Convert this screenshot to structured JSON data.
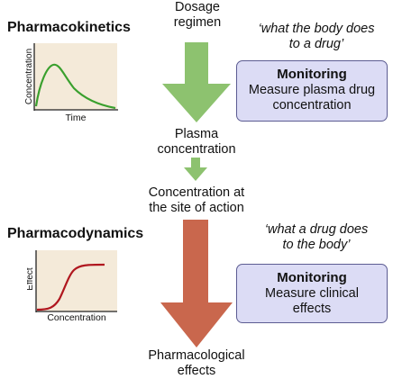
{
  "pk": {
    "title": "Pharmacokinetics",
    "quote_line1": "‘what the body does",
    "quote_line2": "to a drug’",
    "graph": {
      "xlabel": "Time",
      "ylabel": "Concentration",
      "curve_color": "#3aa02e",
      "bg_color": "#f4ead9"
    },
    "monitoring": {
      "title": "Monitoring",
      "line1": "Measure plasma drug",
      "line2": "concentration"
    }
  },
  "pd": {
    "title": "Pharmacodynamics",
    "quote_line1": "‘what a drug does",
    "quote_line2": "to the body’",
    "graph": {
      "xlabel": "Concentration",
      "ylabel": "Effect",
      "curve_color": "#b0171f",
      "bg_color": "#f4ead9"
    },
    "monitoring": {
      "title": "Monitoring",
      "line1": "Measure clinical",
      "line2": "effects"
    }
  },
  "flow": {
    "dosage_line1": "Dosage",
    "dosage_line2": "regimen",
    "plasma_line1": "Plasma",
    "plasma_line2": "concentration",
    "site_line1": "Concentration at",
    "site_line2": "the site of action",
    "effects_line1": "Pharmacological",
    "effects_line2": "effects",
    "green_arrow_color": "#8dc26f",
    "red_arrow_color": "#c9674d",
    "box_fill": "#dcdcf5",
    "box_border": "#5c5c92"
  }
}
